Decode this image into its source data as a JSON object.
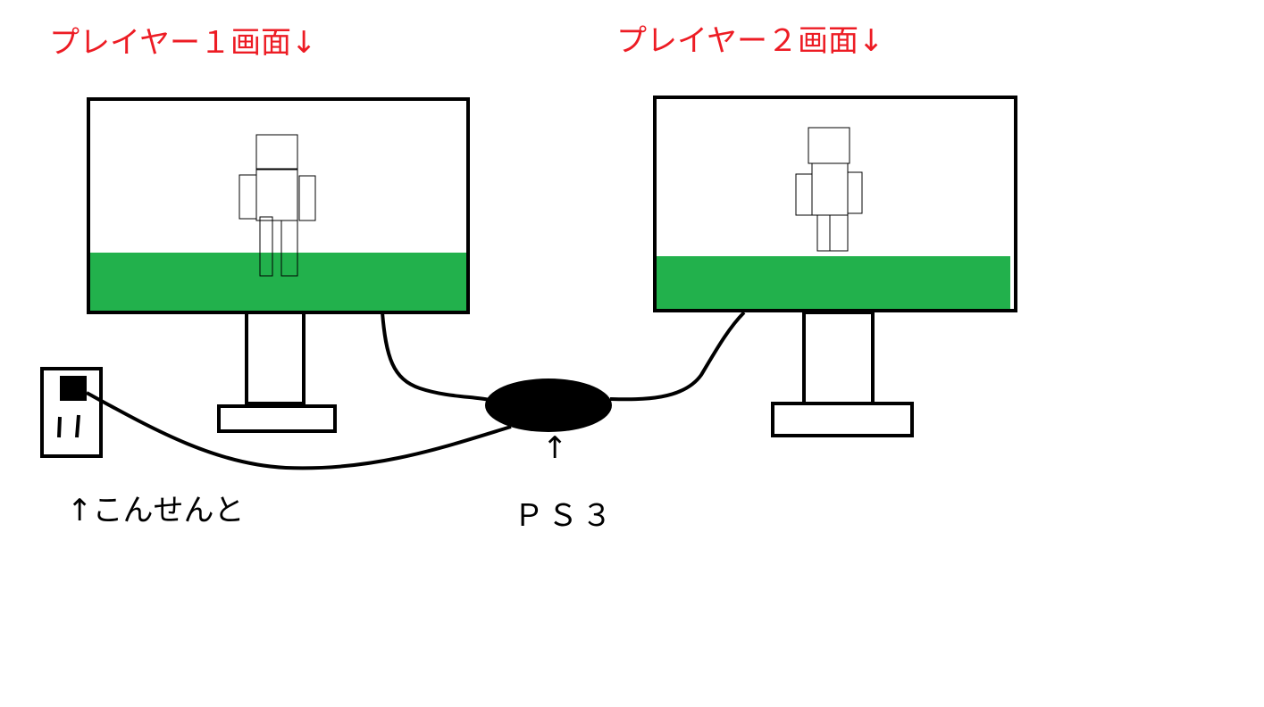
{
  "labels": {
    "player1_screen": "プレイヤー１画面↓",
    "player2_screen": "プレイヤー２画面↓",
    "outlet": "↑こんせんと",
    "ps3": "ＰＳ３",
    "ps3_arrow": "↑"
  },
  "colors": {
    "label_red": "#ed1c24",
    "ground_green": "#22b14c",
    "line_black": "#000000"
  }
}
